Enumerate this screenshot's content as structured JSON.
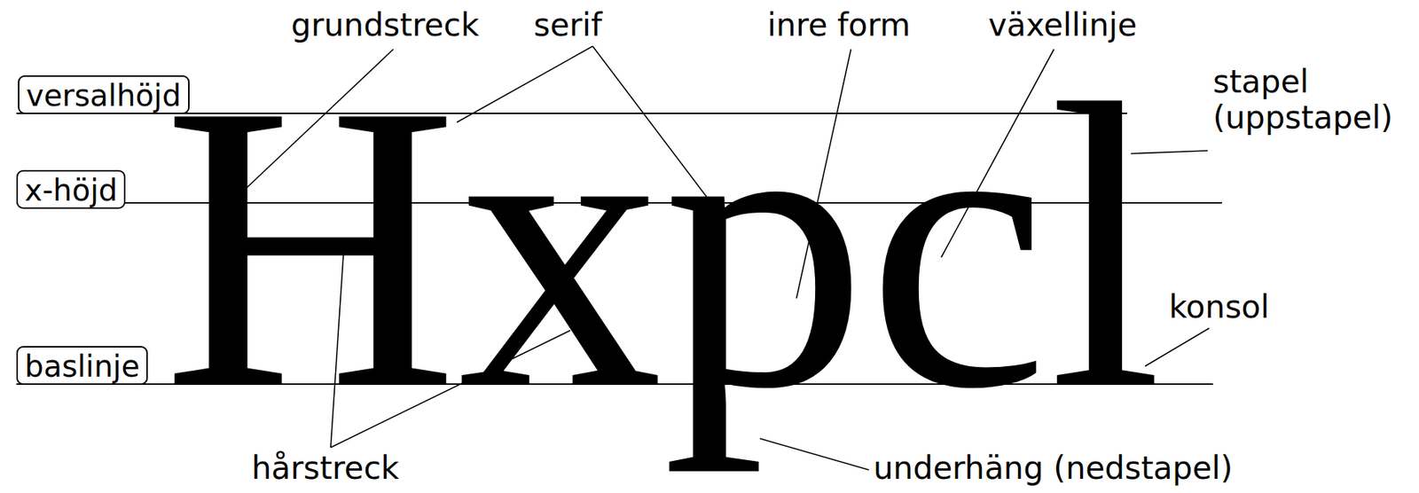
{
  "diagram": {
    "nodes": [
      {
        "text": [
          "versalhöjd"
        ]
      },
      {
        "text": [
          "x-höjd"
        ]
      },
      {
        "text": [
          "baslinje"
        ]
      }
    ],
    "labels": [
      "grundstreck",
      "serif",
      "inre form",
      "växellinje",
      "stapel (uppstapel)",
      "Hxpcl",
      "konsol",
      "hårstreck",
      "underhäng (nedstapel)"
    ]
  }
}
